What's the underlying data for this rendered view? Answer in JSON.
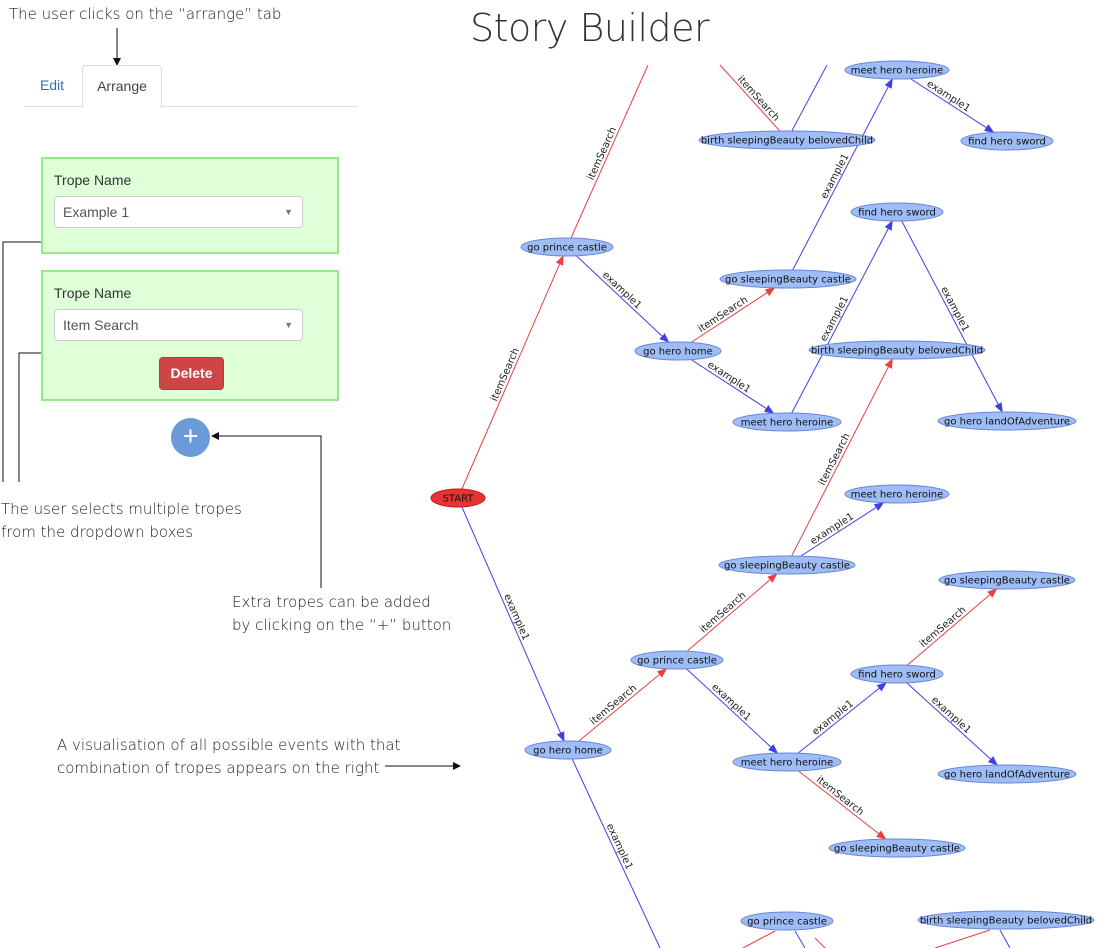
{
  "title": "Story Builder",
  "tabs": [
    {
      "label": "Edit",
      "active": false
    },
    {
      "label": "Arrange",
      "active": true
    }
  ],
  "tropes": [
    {
      "label": "Trope Name",
      "value": "Example 1"
    },
    {
      "label": "Trope Name",
      "value": "Item Search",
      "delete_label": "Delete"
    }
  ],
  "add_button": "+",
  "annotations": {
    "tab_note": "The user clicks on the “arrange” tab",
    "select_note_1": "The user selects multiple tropes",
    "select_note_2": "from the dropdown boxes",
    "add_note_1": "Extra tropes can be added",
    "add_note_2": "by clicking on the “+” button",
    "graph_note_1": "A visualisation of all possible events with that",
    "graph_note_2": "combination of tropes appears on the right"
  },
  "colors": {
    "node_fill": "#9ebcf5",
    "node_stroke": "#6a86d6",
    "start_fill": "#e83333",
    "start_stroke": "#c02020",
    "edge_example": "#4040e6",
    "edge_itemsearch": "#e84040",
    "card_bg": "#dfffd8",
    "card_border": "#97ea8b",
    "delete_bg": "#cf4545",
    "add_bg": "#6b9ad8",
    "tab_link": "#3a6db3"
  },
  "graph": {
    "nodes": [
      {
        "id": "start",
        "label": "START",
        "start": true
      },
      {
        "id": "n1",
        "label": "go prince castle"
      },
      {
        "id": "n2",
        "label": "go hero home"
      },
      {
        "id": "n3",
        "label": "go sleepingBeauty castle"
      },
      {
        "id": "n4",
        "label": "birth sleepingBeauty belovedChild"
      },
      {
        "id": "n5",
        "label": "meet hero heroine"
      },
      {
        "id": "n6",
        "label": "find hero sword"
      },
      {
        "id": "n7",
        "label": "meet hero heroine"
      },
      {
        "id": "n8",
        "label": "find hero sword"
      },
      {
        "id": "n9",
        "label": "birth sleepingBeauty belovedChild"
      },
      {
        "id": "n10",
        "label": "go hero landOfAdventure"
      },
      {
        "id": "n11",
        "label": "go hero home"
      },
      {
        "id": "n12",
        "label": "go prince castle"
      },
      {
        "id": "n13",
        "label": "go sleepingBeauty castle"
      },
      {
        "id": "n14",
        "label": "meet hero heroine"
      },
      {
        "id": "n15",
        "label": "meet hero heroine"
      },
      {
        "id": "n16",
        "label": "find hero sword"
      },
      {
        "id": "n17",
        "label": "go sleepingBeauty castle"
      },
      {
        "id": "n18",
        "label": "go hero landOfAdventure"
      },
      {
        "id": "n19",
        "label": "go sleepingBeauty castle"
      },
      {
        "id": "n20",
        "label": "go prince castle"
      },
      {
        "id": "n21",
        "label": "birth sleepingBeauty belovedChild"
      }
    ],
    "edges": [
      {
        "from": "start",
        "to": "n1",
        "kind": "itemSearch",
        "label": "itemSearch"
      },
      {
        "from": "start",
        "to": "n11",
        "kind": "example1",
        "label": "example1"
      },
      {
        "from": "n1",
        "to": "n2",
        "kind": "example1",
        "label": "example1"
      },
      {
        "from": "n2",
        "to": "n3",
        "kind": "itemSearch",
        "label": "itemSearch"
      },
      {
        "from": "n2",
        "to": "n7",
        "kind": "example1",
        "label": "example1"
      },
      {
        "from": "n3",
        "to": "n5",
        "kind": "example1",
        "label": "example1"
      },
      {
        "from": "n5",
        "to": "n6",
        "kind": "example1",
        "label": "example1"
      },
      {
        "from": "n7",
        "to": "n8",
        "kind": "example1",
        "label": "example1"
      },
      {
        "from": "n8",
        "to": "n10",
        "kind": "example1",
        "label": "example1"
      },
      {
        "from": "n11",
        "to": "n12",
        "kind": "itemSearch",
        "label": "itemSearch"
      },
      {
        "from": "n12",
        "to": "n13",
        "kind": "itemSearch",
        "label": "itemSearch"
      },
      {
        "from": "n12",
        "to": "n15",
        "kind": "example1",
        "label": "example1"
      },
      {
        "from": "n13",
        "to": "n14",
        "kind": "example1",
        "label": "example1"
      },
      {
        "from": "n13",
        "to": "n9",
        "kind": "itemSearch",
        "label": "itemSearch"
      },
      {
        "from": "n15",
        "to": "n16",
        "kind": "example1",
        "label": "example1"
      },
      {
        "from": "n15",
        "to": "n19",
        "kind": "itemSearch",
        "label": "itemSearch"
      },
      {
        "from": "n16",
        "to": "n17",
        "kind": "itemSearch",
        "label": "itemSearch"
      },
      {
        "from": "n16",
        "to": "n18",
        "kind": "example1",
        "label": "example1"
      }
    ],
    "partial_labels": [
      "itemSearch",
      "example1"
    ]
  }
}
